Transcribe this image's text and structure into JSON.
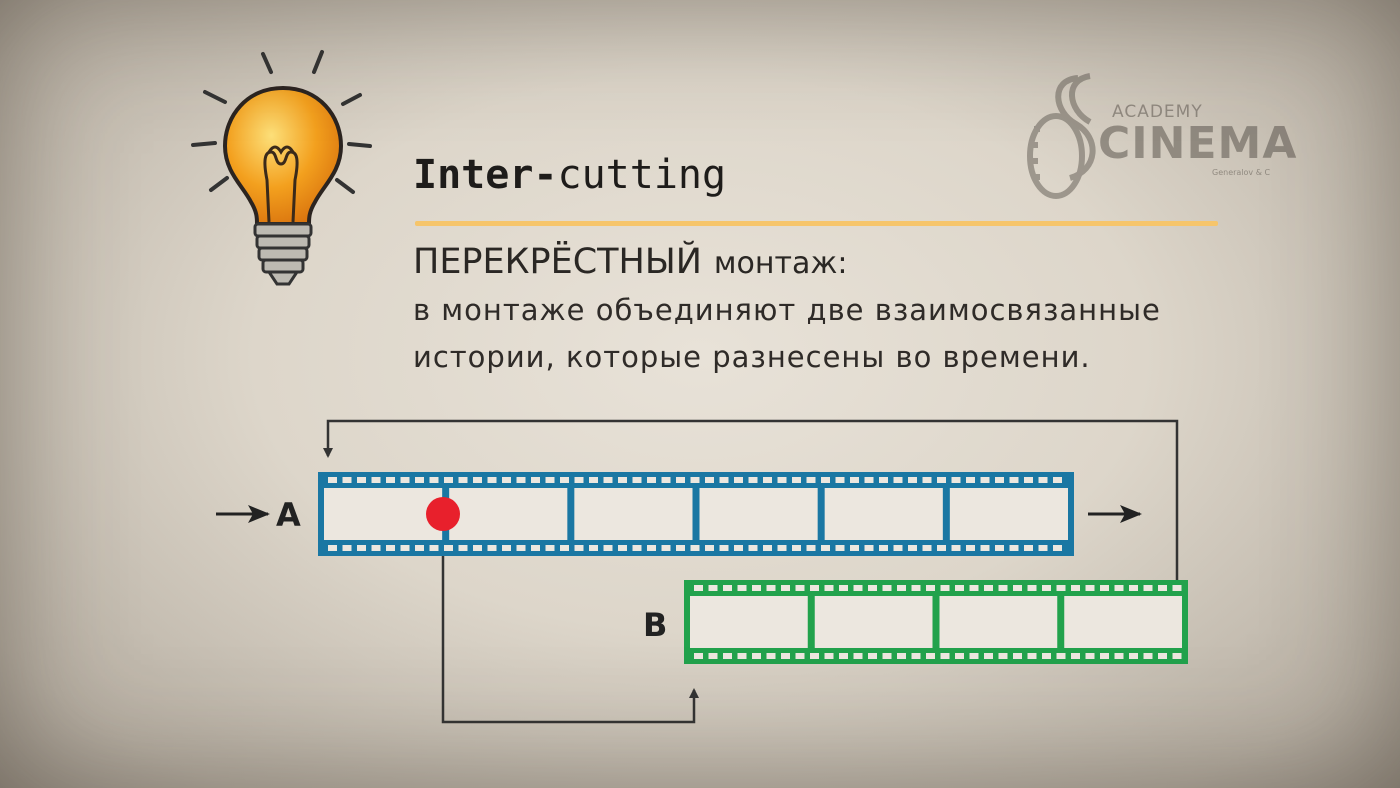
{
  "slide": {
    "title_bold": "Inter-",
    "title_rest": "cutting",
    "term_main": "ПЕРЕКРЁСТНЫЙ",
    "term_sub": "монтаж:",
    "definition_line1": "в монтаже объединяют две взаимосвязанные",
    "definition_line2": "истории, которые разнесены во времени."
  },
  "logo": {
    "academy": "ACADEMY",
    "cinema": "CINEMA",
    "credit": "Generalov & C"
  },
  "diagram": {
    "strip_a": {
      "label": "A",
      "frames": 6,
      "color": "#1a77a3"
    },
    "strip_b": {
      "label": "B",
      "frames": 4,
      "color": "#22a24c"
    },
    "cut_marker_color": "#e8202c",
    "arrow_color": "#333333"
  },
  "colors": {
    "rule": "#f6c56b",
    "bulb_glass": "#f3a01e",
    "text": "#2a2724"
  },
  "icons": [
    "lightbulb-icon",
    "film-reel-icon"
  ]
}
